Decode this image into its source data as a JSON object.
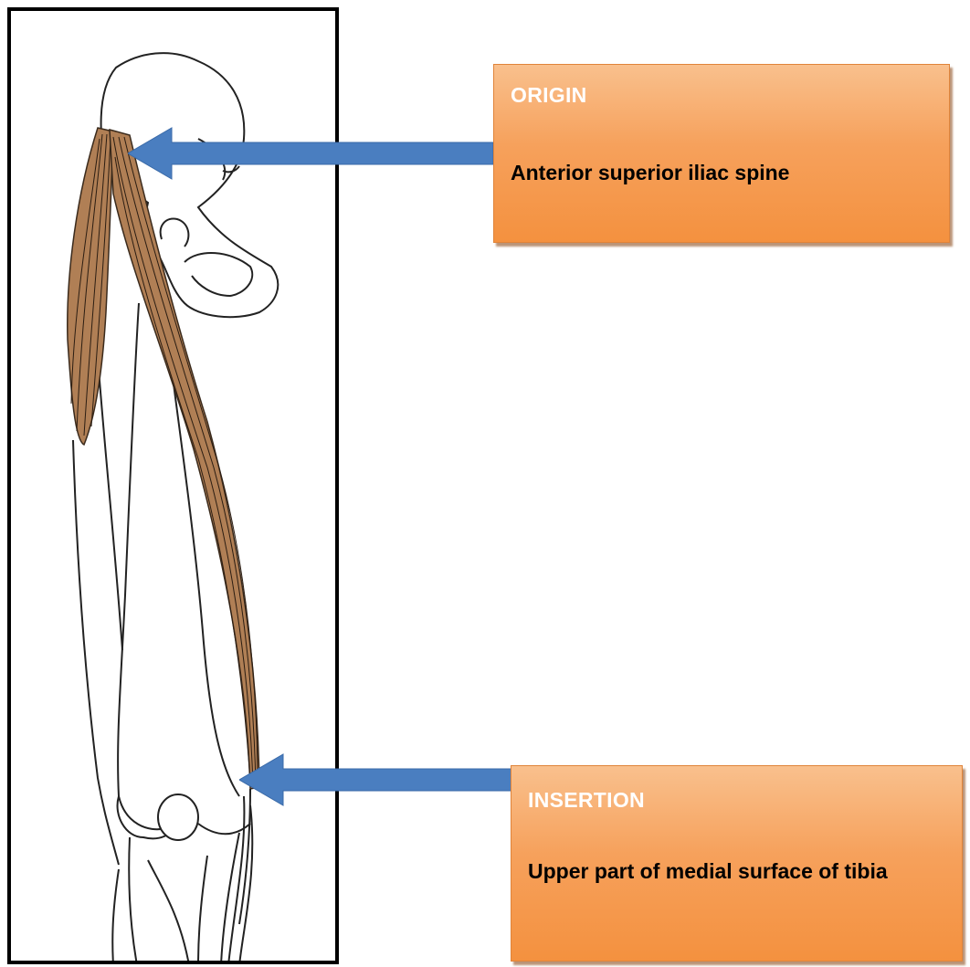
{
  "origin": {
    "title": "ORIGIN",
    "description": "Anterior superior iliac spine"
  },
  "insertion": {
    "title": "INSERTION",
    "description": "Upper part of medial surface of tibia"
  },
  "colors": {
    "callout_fill": "#f6a15c",
    "arrow": "#4a7ec0",
    "muscle": "#b07f55",
    "frame_border": "#000000"
  },
  "icons": {
    "illustration": "sartorius-muscle-thigh-diagram",
    "pointer": "arrow-left-icon"
  }
}
